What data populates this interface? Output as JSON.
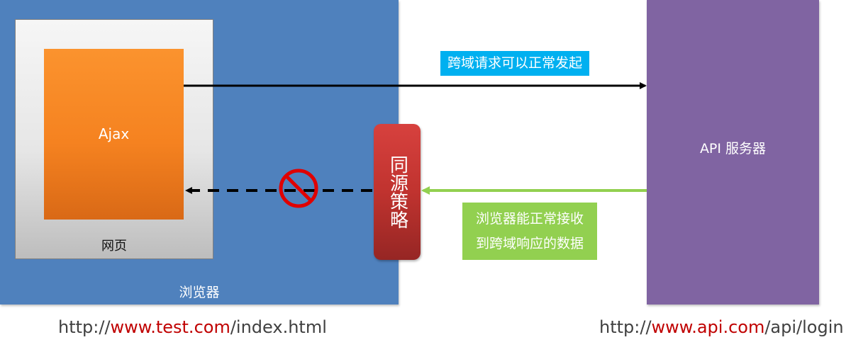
{
  "browser": {
    "label": "浏览器",
    "webpage": {
      "label": "网页",
      "ajax_label": "Ajax"
    }
  },
  "server": {
    "label": "API 服务器"
  },
  "policy": {
    "label": "同源策略"
  },
  "request": {
    "label": "跨域请求可以正常发起"
  },
  "response": {
    "line1": "浏览器能正常接收",
    "line2": "到跨域响应的数据"
  },
  "blocked_icon": "no-entry-icon",
  "urls": {
    "left": {
      "prefix": "http://",
      "host": "www.test.com",
      "path": "/index.html"
    },
    "right": {
      "prefix": "http://",
      "host": "www.api.com",
      "path": "/api/login"
    }
  },
  "colors": {
    "browser": "#4f81bd",
    "webpage": "#e6e6e6",
    "ajax": "#f58220",
    "server": "#8064a2",
    "policy": "#c0332f",
    "request_label": "#00b0f0",
    "response_label": "#92d050",
    "url_host": "#c00000",
    "blocked": "#e00000"
  }
}
